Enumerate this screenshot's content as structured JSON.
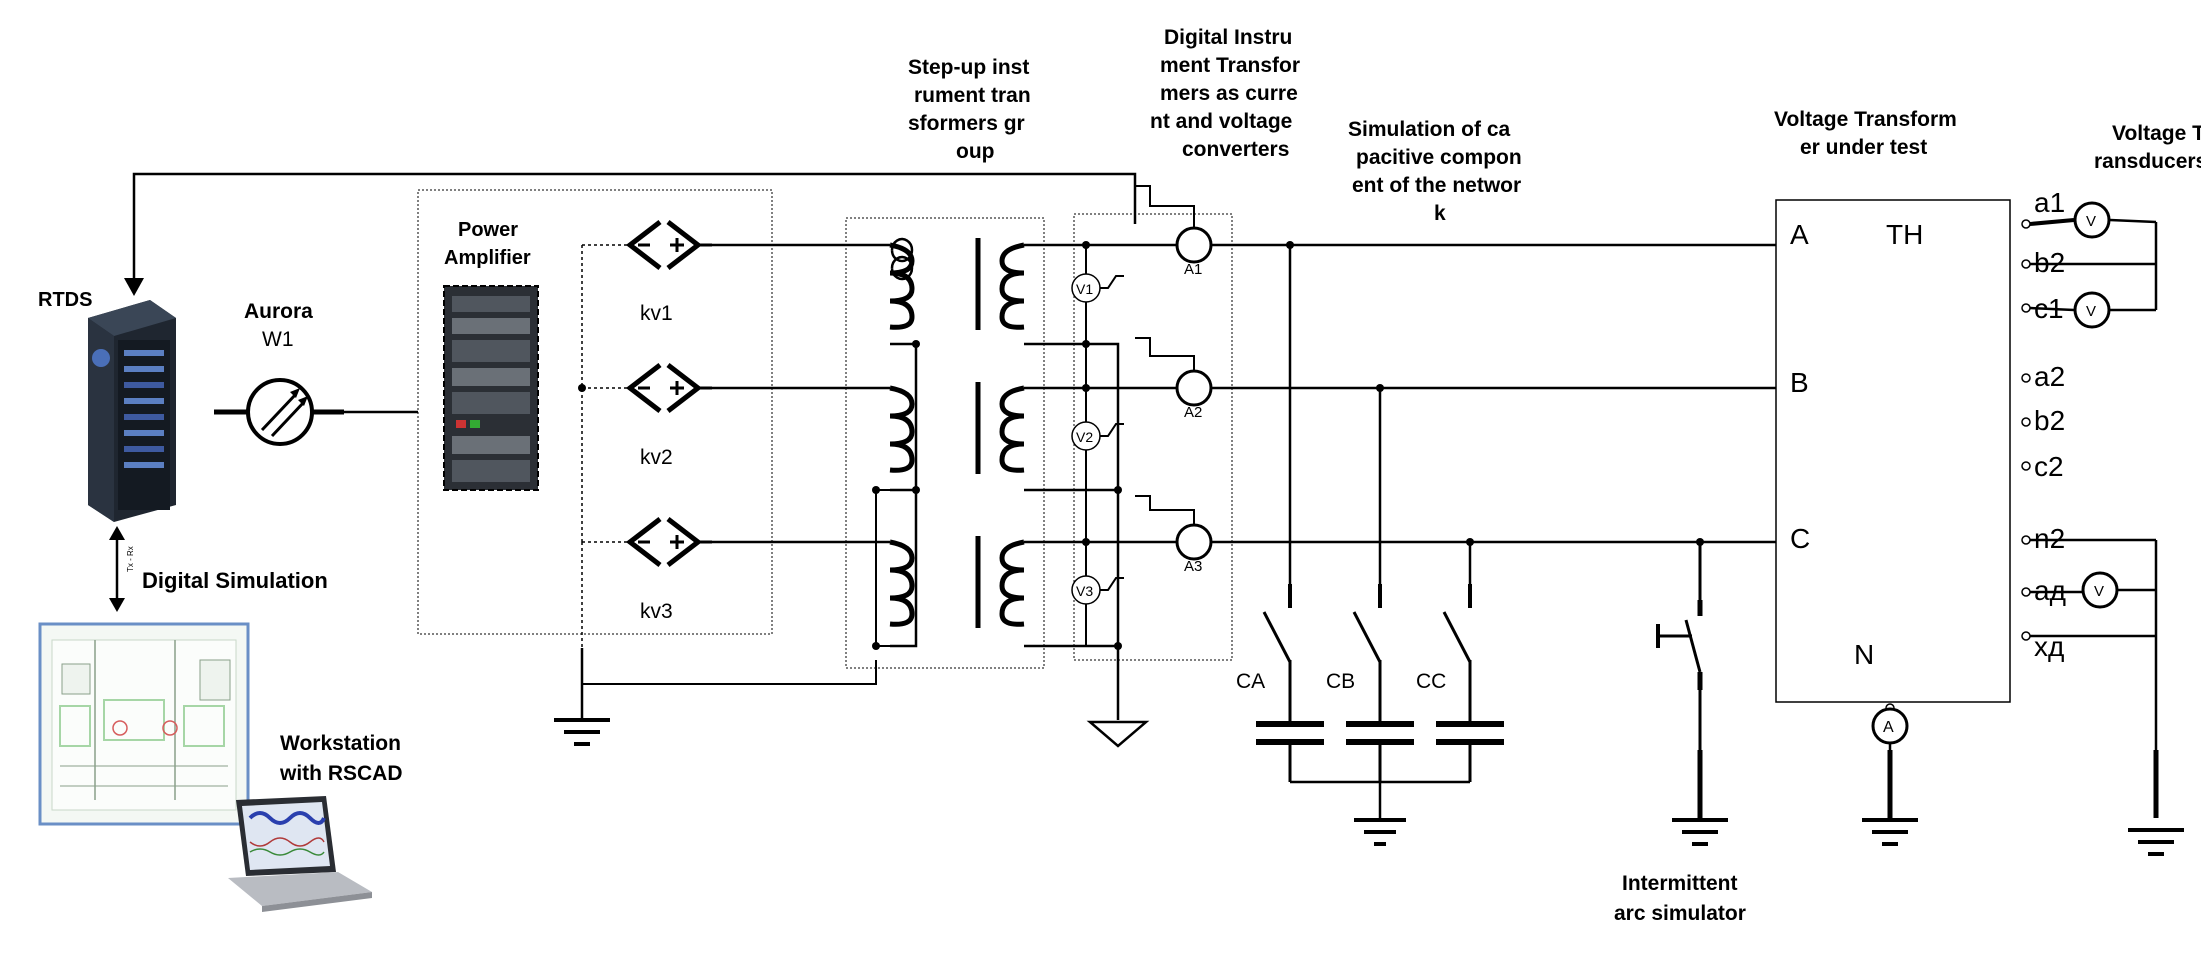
{
  "labels": {
    "rtds": "RTDS",
    "aurora_line1": "Aurora",
    "aurora_line2": "W1",
    "power_amplifier_line1": "Power",
    "power_amplifier_line2": "Amplifier",
    "kv1": "kv1",
    "kv2": "kv2",
    "kv3": "kv3",
    "digital_simulation": "Digital Simulation",
    "workstation_line1": "Workstation",
    "workstation_line2": "with RSCAD",
    "link_tag": "Tx - Rx",
    "stepup_lines": [
      "Step-up  inst",
      "rument  tran",
      "sformers  gr",
      "oup"
    ],
    "dit_lines": [
      "Digital  Instru",
      "ment  Transfor",
      "mers  as curre",
      "nt and voltage",
      "converters"
    ],
    "cap_sim_lines": [
      "Simulation of  ca",
      "pacitive  compon",
      "ent of the networ",
      "k"
    ],
    "vt_test_lines": [
      "Voltage  Transform",
      "er under test"
    ],
    "vtrans_lines": [
      "Voltage  T",
      "ransducers"
    ],
    "intermittent_lines": [
      "Intermittent",
      "arc simulator"
    ],
    "ammeters": [
      "A1",
      "A2",
      "A3"
    ],
    "voltmeters": [
      "V1",
      "V2",
      "V3"
    ],
    "capacitors": [
      "CA",
      "CB",
      "CC"
    ],
    "tvt_terminals": [
      "A",
      "B",
      "C",
      "N",
      "TH"
    ],
    "secondary_terminals": [
      "a1",
      "b2",
      "c1",
      "a2",
      "b2",
      "c2",
      "n2",
      "aд",
      "xд"
    ],
    "v_symbol": "V",
    "a_symbol": "A"
  }
}
